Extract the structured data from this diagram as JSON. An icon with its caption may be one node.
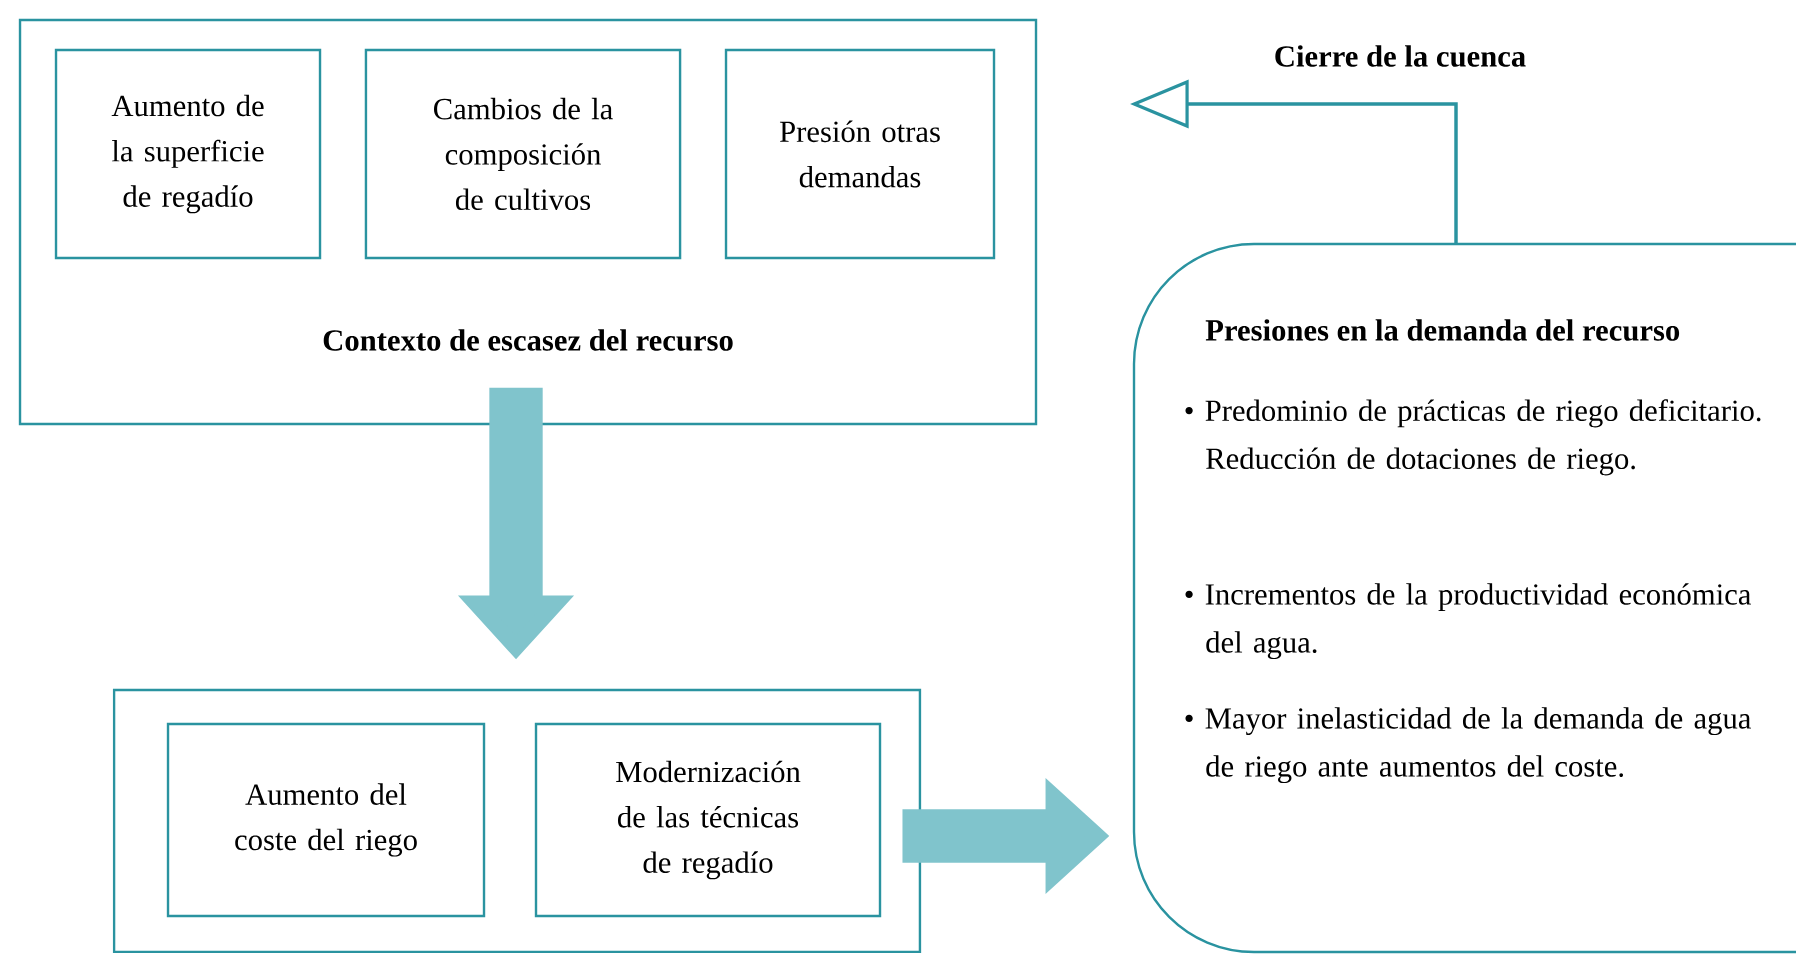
{
  "diagram": {
    "nodes": [
      {
        "text": [
          "Contexto de escasez del recurso"
        ]
      },
      {
        "text": [
          "Aumento de la superficie de regadío"
        ],
        "in": 0
      },
      {
        "text": [
          "Cambios de la composición de cultivos"
        ],
        "in": 0
      },
      {
        "text": [
          "Presión otras demandas"
        ],
        "in": 0
      },
      {
        "text": [
          "Presiones en la demanda del recurso",
          "• Predominio de prácticas de riego deficitario. Reducción de dotaciones de riego.",
          "• Incrementos de la productividad económica del agua.",
          "• Mayor inelasticidad de la demanda de agua de riego ante aumentos del coste."
        ]
      },
      {
        "text": [],
        "shape": "box"
      },
      {
        "text": [
          "Aumento del coste del riego"
        ],
        "in": 5
      },
      {
        "text": [
          "Modernización de las técnicas de regadío"
        ],
        "in": 5
      }
    ],
    "edges": [
      {
        "from": 0,
        "to": 5,
        "arrow": "to"
      },
      {
        "from": 5,
        "to": 4,
        "arrow": "to"
      },
      {
        "from": 4,
        "to": null,
        "arrow": "to",
        "label": "Cierre de la cuenca",
        "color": "#2a93a0"
      }
    ]
  }
}
